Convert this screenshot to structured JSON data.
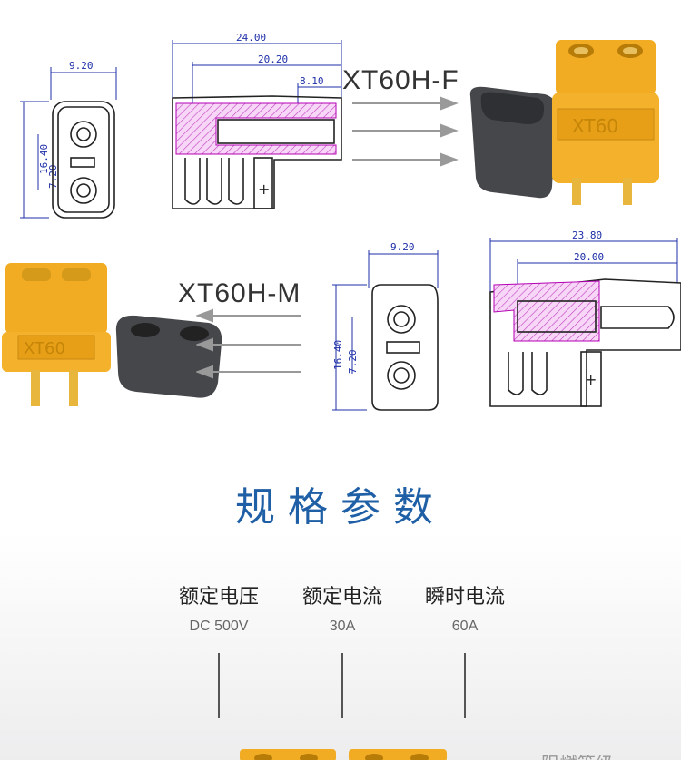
{
  "drawings": {
    "female_front": {
      "width": "9.20",
      "height": "16.40",
      "pitch": "7.20"
    },
    "female_side": {
      "total": "24.00",
      "body": "20.20",
      "pin": "8.10"
    },
    "male_front": {
      "width": "9.20",
      "height": "16.40",
      "pitch": "7.20"
    },
    "male_side": {
      "total": "23.80",
      "body": "20.00"
    }
  },
  "models": {
    "female": "XT60H-F",
    "male": "XT60H-M"
  },
  "connector_marking": "XT60",
  "section_title": "规格参数",
  "specs": [
    {
      "label": "额定电压",
      "value": "DC 500V"
    },
    {
      "label": "额定电流",
      "value": "30A"
    },
    {
      "label": "瞬时电流",
      "value": "60A"
    }
  ],
  "cut_off_text": "阻燃等级",
  "colors": {
    "title": "#1f5fa6",
    "dimension": "#1d2ea8",
    "connector_yellow": "#f2ac24",
    "sheath_gray": "#4a4c50"
  }
}
